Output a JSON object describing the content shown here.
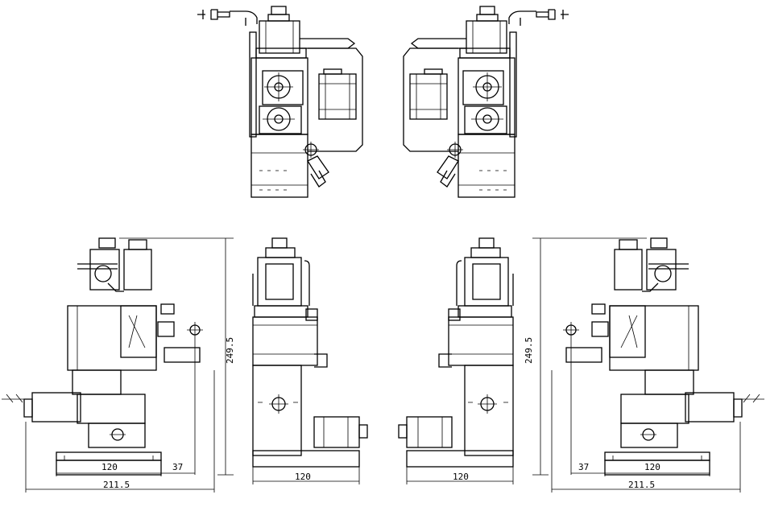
{
  "dimensions": {
    "height_left": "249.5",
    "height_right": "249.5",
    "width_120_left": "120",
    "offset_37_left": "37",
    "overall_left": "211.5",
    "width_120_front_left": "120",
    "width_120_front_right": "120",
    "width_120_right": "120",
    "offset_37_right": "37",
    "overall_right": "211.5"
  }
}
